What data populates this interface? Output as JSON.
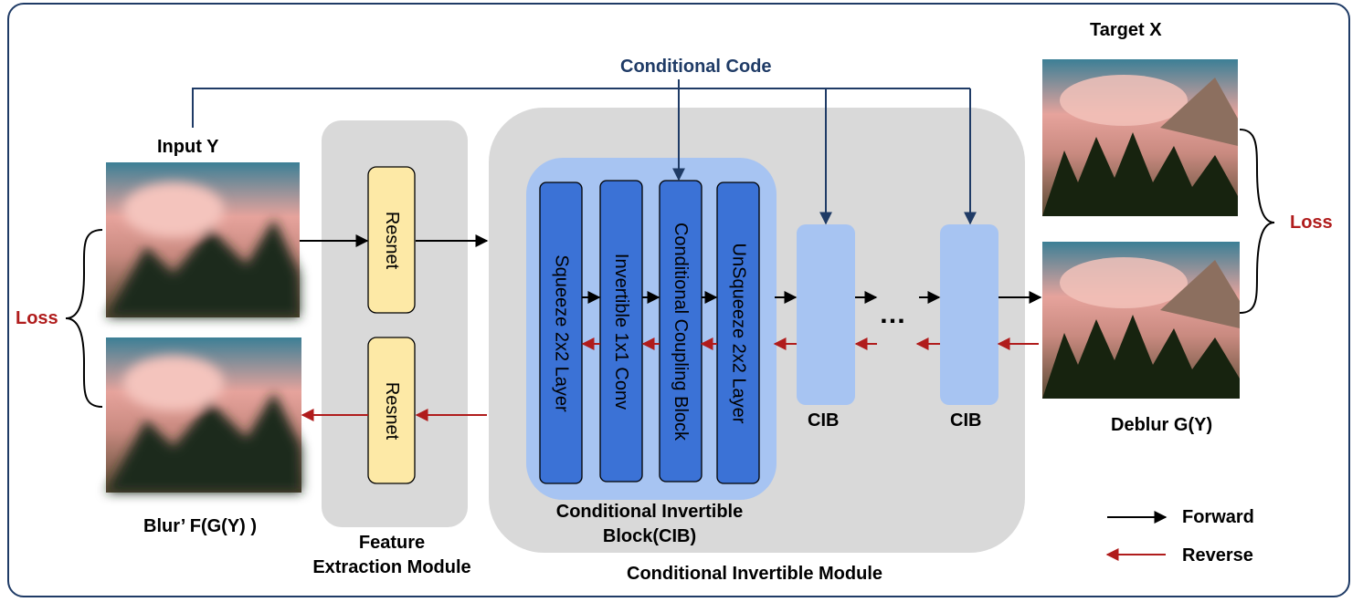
{
  "labels": {
    "conditional_code": "Conditional Code",
    "input": "Input Y",
    "target": "Target X",
    "deblur": "Deblur G(Y)",
    "blur_prime": "Blur’ F(G(Y) )",
    "loss_left": "Loss",
    "loss_right": "Loss",
    "resnet_top": "Resnet",
    "resnet_bottom": "Resnet",
    "feature_module_line1": "Feature",
    "feature_module_line2": "Extraction Module",
    "cib_block_line1": "Conditional Invertible",
    "cib_block_line2": "Block(CIB)",
    "cim_module": "Conditional Invertible Module",
    "layer_squeeze": "Squeeze 2x2 Layer",
    "layer_invertible": "Invertible 1x1 Conv",
    "layer_coupling": "Conditional Coupling Block",
    "layer_unsqueeze": "UnSqueeze 2x2 Layer",
    "cib_1": "CIB",
    "cib_2": "CIB",
    "ellipsis": "…",
    "legend_forward": "Forward",
    "legend_reverse": "Reverse"
  },
  "colors": {
    "forward": "#000000",
    "reverse": "#b01c1c",
    "navy": "#1f3b66",
    "module_bg": "#d9d9d9",
    "cib_light": "#a7c4f2",
    "layer_blue": "#3b72d6",
    "resnet_fill": "#fde9a6"
  }
}
